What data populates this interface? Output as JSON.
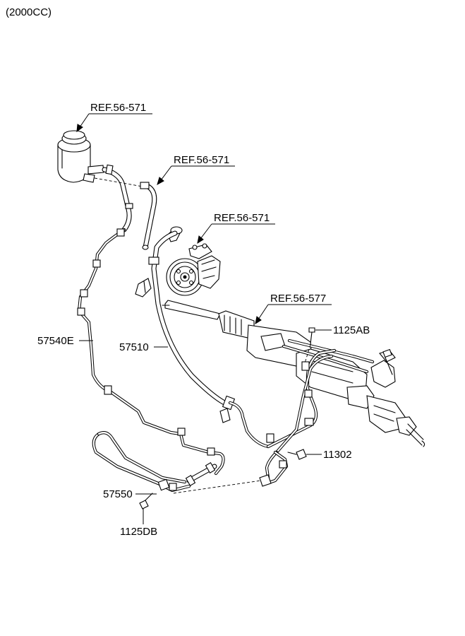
{
  "header": {
    "engine": "(2000CC)"
  },
  "references": [
    {
      "id": "ref-reservoir",
      "text": "REF.56-571"
    },
    {
      "id": "ref-suction-hose",
      "text": "REF.56-571"
    },
    {
      "id": "ref-pump",
      "text": "REF.56-571"
    },
    {
      "id": "ref-gear-box",
      "text": "REF.56-577"
    }
  ],
  "parts": [
    {
      "id": "return-tube",
      "number": "57540E"
    },
    {
      "id": "pressure-hose",
      "number": "57510"
    },
    {
      "id": "cooler-tube",
      "number": "57550"
    },
    {
      "id": "bolt-upper",
      "number": "1125AB"
    },
    {
      "id": "bolt-middle",
      "number": "11302"
    },
    {
      "id": "bolt-lower",
      "number": "1125DB"
    }
  ]
}
